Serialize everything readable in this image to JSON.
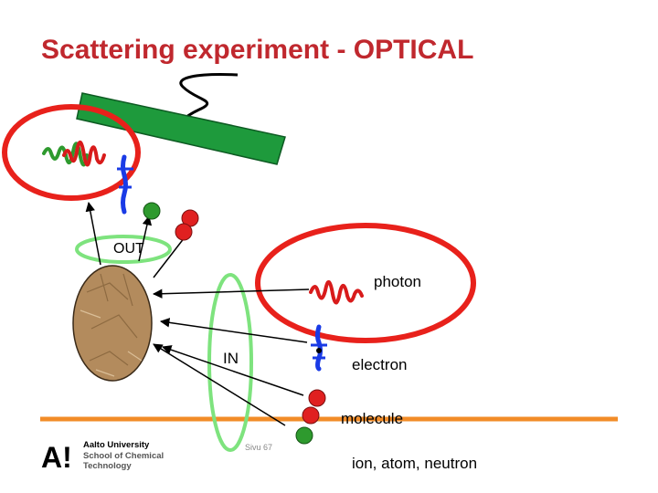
{
  "slide": {
    "title": "Scattering experiment - OPTICAL",
    "page_number": "Sivu 67"
  },
  "labels": {
    "out": "OUT",
    "in": "IN",
    "photon": "photon",
    "electron": "electron",
    "molecule": "molecule",
    "ion": "ion, atom, neutron"
  },
  "footer": {
    "university": "Aalto University",
    "school_line1": "School of Chemical",
    "school_line2": "Technology",
    "logo_text": "A!"
  },
  "colors": {
    "title": "#c0282e",
    "accent_line": "#f28c28",
    "detector_bar": "#1e9a3c",
    "highlight_ring": "#e8211b",
    "in_out_ring": "#7ee37e",
    "photon_wave": "#d81b1b",
    "electron": "#1a3be6",
    "molecule_green": "#2e9a2e",
    "molecule_red": "#e02020"
  }
}
